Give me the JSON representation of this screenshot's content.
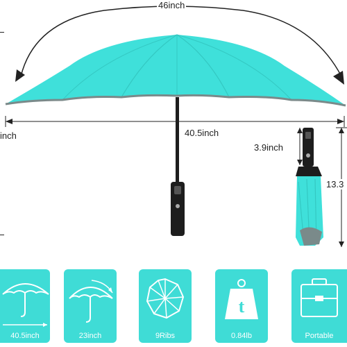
{
  "dimensions": {
    "arc_span": "46inch",
    "canopy_width": "40.5inch",
    "left_partial": "inch",
    "folded_handle": "3.9inch",
    "folded_length": "13.3"
  },
  "features": [
    {
      "label": "40.5inch",
      "icon": "open-umbrella-width-icon"
    },
    {
      "label": "23inch",
      "icon": "umbrella-side-length-icon"
    },
    {
      "label": "9Ribs",
      "icon": "ribs-icon"
    },
    {
      "label": "0.84lb",
      "icon": "weight-icon"
    },
    {
      "label": "Portable",
      "icon": "briefcase-icon"
    }
  ],
  "colors": {
    "canopy": "#3fe0da",
    "card": "#3fdcd6",
    "trim": "#7a8a8a",
    "handle": "#1d1d1d"
  }
}
